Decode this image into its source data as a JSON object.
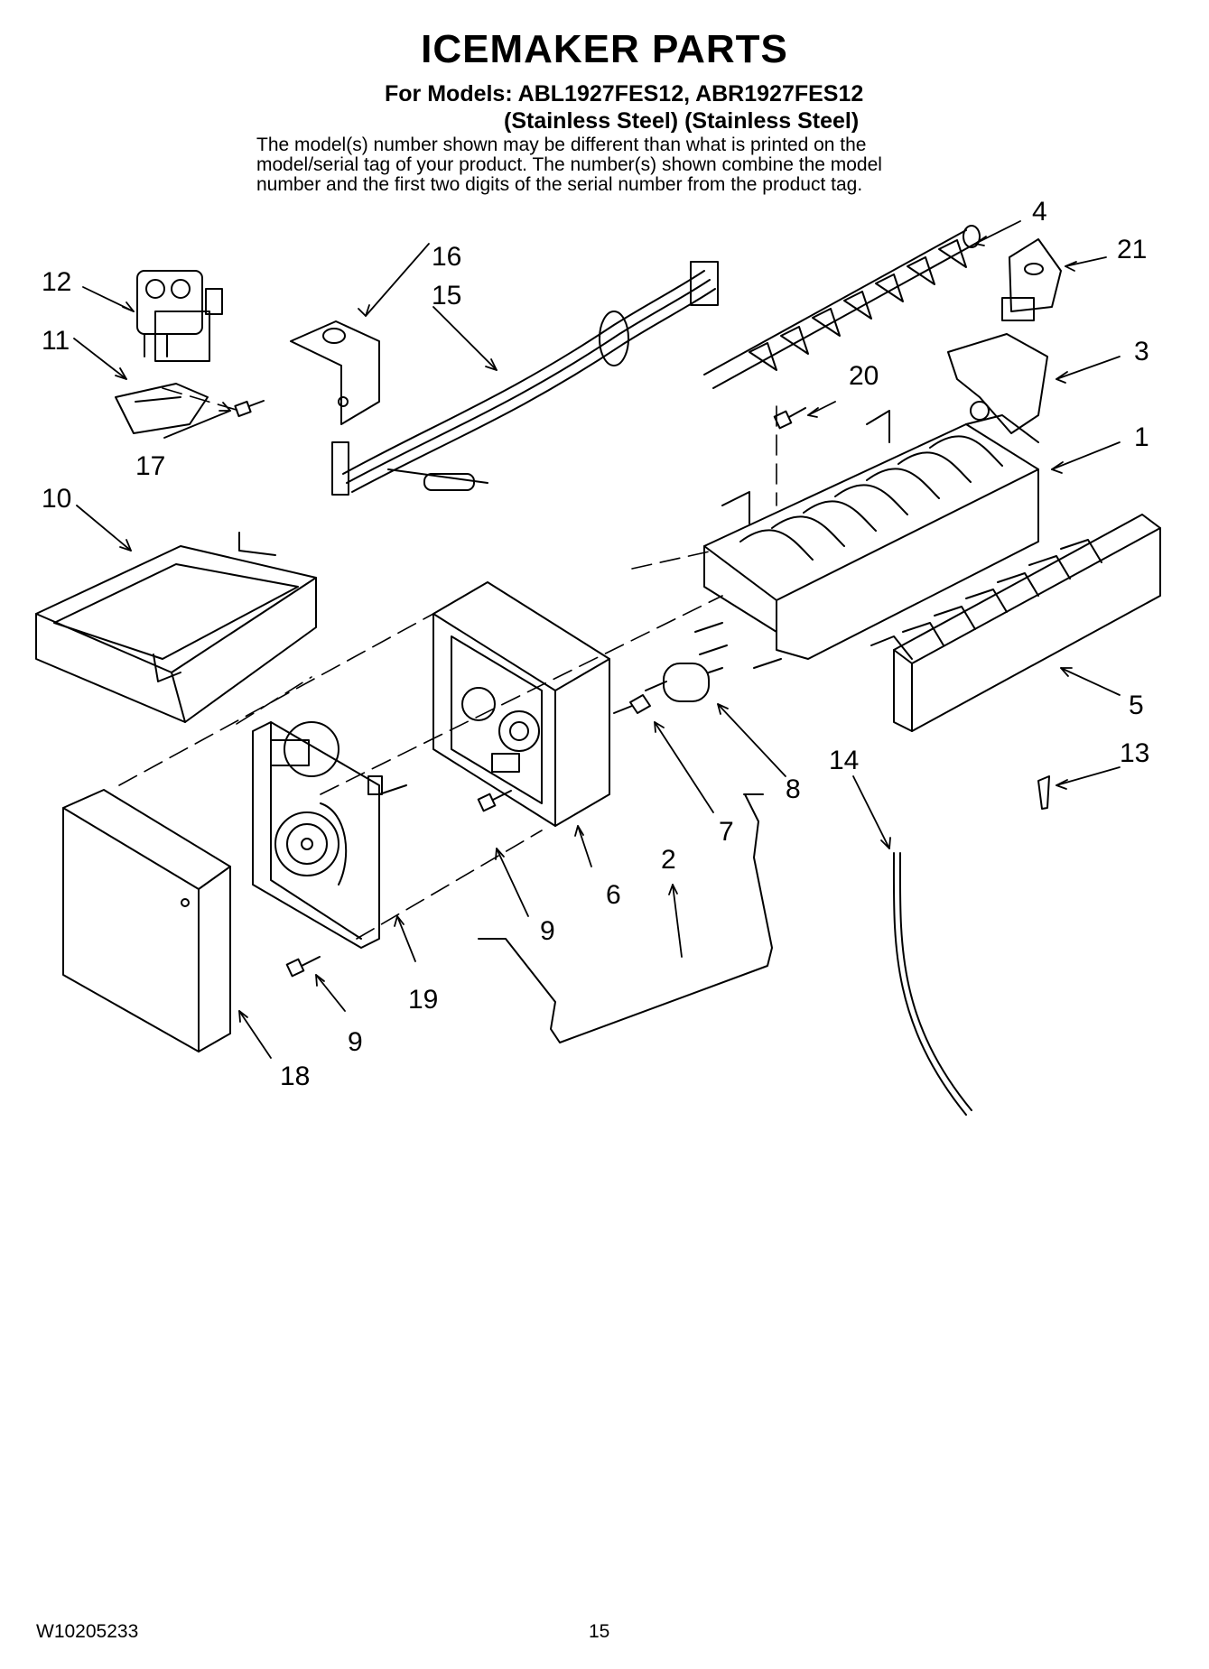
{
  "header": {
    "title": "ICEMAKER PARTS",
    "models": "For Models: ABL1927FES12, ABR1927FES12",
    "finishes": "(Stainless Steel) (Stainless Steel)",
    "description_lines": [
      "The model(s) number shown may be different than what is printed on the",
      "model/serial tag of your product. The number(s) shown combine the model",
      "number and the first two digits of the serial number from the product tag."
    ]
  },
  "callouts": [
    "1",
    "2",
    "3",
    "4",
    "5",
    "6",
    "7",
    "8",
    "9",
    "9",
    "10",
    "11",
    "12",
    "13",
    "14",
    "15",
    "16",
    "17",
    "18",
    "19",
    "20",
    "21"
  ],
  "footer": {
    "doc_number": "W10205233",
    "page_number": "15"
  }
}
